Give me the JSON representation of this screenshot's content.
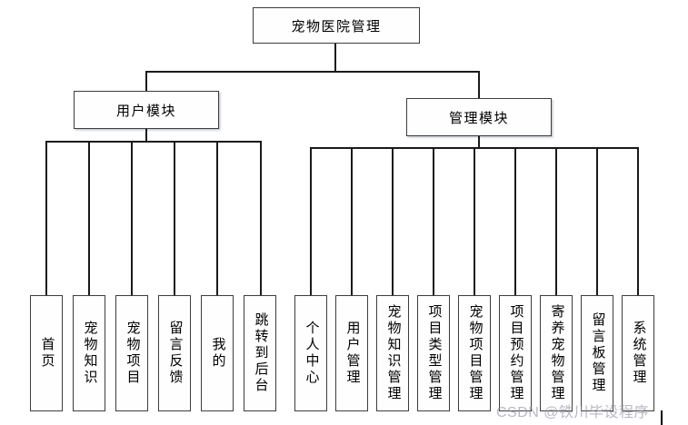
{
  "tree": {
    "root": {
      "label": "宠物医院管理"
    },
    "modules": [
      {
        "label": "用户模块",
        "children": [
          "首页",
          "宠物知识",
          "宠物项目",
          "留言反馈",
          "我的",
          "跳转到后台"
        ]
      },
      {
        "label": "管理模块",
        "children": [
          "个人中心",
          "用户管理",
          "宠物知识管理",
          "项目类型管理",
          "宠物项目管理",
          "项目预约管理",
          "寄养宠物管理",
          "留言板管理",
          "系统管理"
        ]
      }
    ]
  },
  "watermark": "CSDN @铁川毕设程序",
  "colors": {
    "line": "#1a1a1a",
    "box_border": "#3d3d3d",
    "box_fill": "#fefefe",
    "watermark": "#9491a6"
  }
}
